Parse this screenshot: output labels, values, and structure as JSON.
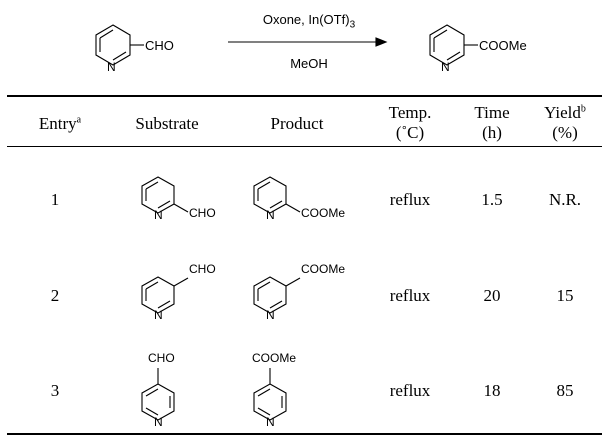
{
  "scheme": {
    "reactant_group": "CHO",
    "reagent_top": "Oxone, In(OTf)",
    "reagent_top_sub": "3",
    "reagent_bottom": "MeOH",
    "product_group": "COOMe",
    "ring_atom": "N"
  },
  "table": {
    "headers": {
      "entry": "Entry",
      "entry_sup": "a",
      "substrate": "Substrate",
      "product": "Product",
      "temp_line1": "Temp.",
      "temp_line2": "(˚C)",
      "time_line1": "Time",
      "time_line2": "(h)",
      "yield_line1": "Yield",
      "yield_sup": "b",
      "yield_line2": "(%)"
    },
    "rows": [
      {
        "entry": "1",
        "substrate_group": "CHO",
        "product_group": "COOMe",
        "temp": "reflux",
        "time": "1.5",
        "yield": "N.R."
      },
      {
        "entry": "2",
        "substrate_group": "CHO",
        "product_group": "COOMe",
        "temp": "reflux",
        "time": "20",
        "yield": "15"
      },
      {
        "entry": "3",
        "substrate_group": "CHO",
        "product_group": "COOMe",
        "temp": "reflux",
        "time": "18",
        "yield": "85"
      }
    ]
  }
}
